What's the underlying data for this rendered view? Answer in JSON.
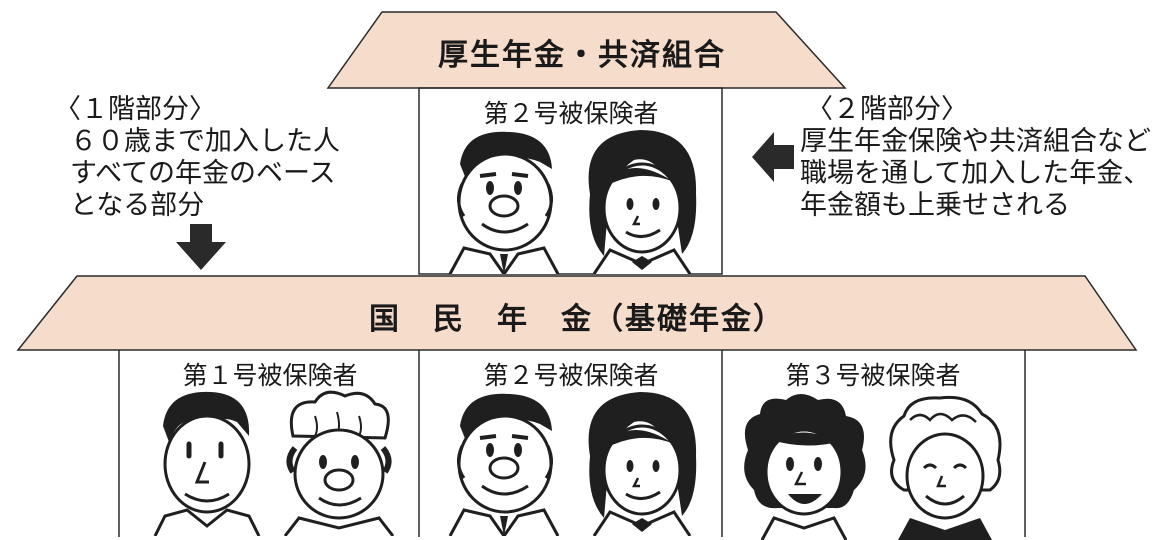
{
  "upper_roof": {
    "title": "厚生年金・共済組合"
  },
  "upper_box": {
    "label": "第２号被保険者"
  },
  "left_note": {
    "heading": "〈１階部分〉",
    "lines": [
      "６０歳まで加入した人",
      "すべての年金のベース",
      "となる部分"
    ],
    "arrow_icon": "arrow-down-icon"
  },
  "right_note": {
    "heading": "〈２階部分〉",
    "lines": [
      "厚生年金保険や共済組合など",
      "職場を通して加入した年金、",
      "年金額も上乗せされる"
    ],
    "arrow_icon": "arrow-left-icon"
  },
  "lower_roof": {
    "title": "国　民　年　金（基礎年金）"
  },
  "categories": [
    {
      "label": "第１号被保険者"
    },
    {
      "label": "第２号被保険者"
    },
    {
      "label": "第３号被保険者"
    }
  ],
  "colors": {
    "roof_fill": "#f6dccb",
    "line": "#2a2a2a",
    "text": "#1a1a1a"
  }
}
